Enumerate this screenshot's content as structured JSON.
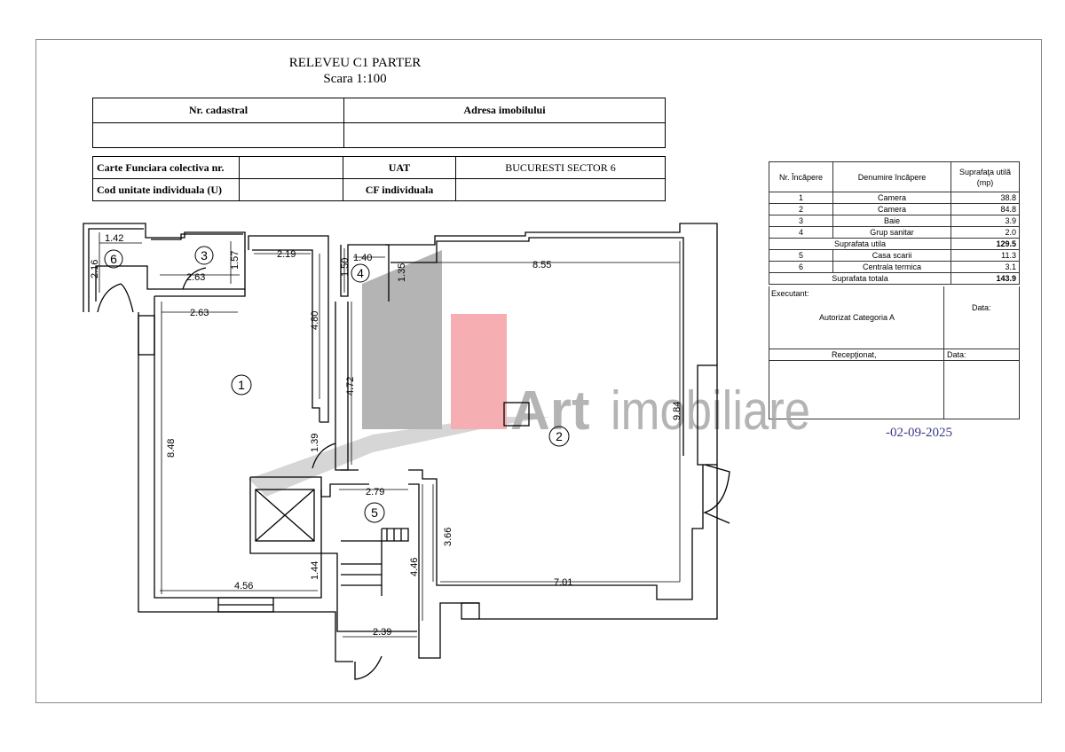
{
  "title": {
    "line1": "RELEVEU C1 PARTER",
    "line2": "Scara 1:100"
  },
  "header": {
    "nr_cadastral": "Nr. cadastral",
    "adresa": "Adresa imobilului",
    "carte_funciara": "Carte Funciara colectiva nr.",
    "uat": "UAT",
    "uat_value": "BUCURESTI SECTOR 6",
    "cod_unitate": "Cod unitate individuala (U)",
    "cf_individuala": "CF individuala"
  },
  "rooms_table": {
    "col_nr": "Nr. Încăpere",
    "col_name": "Denumire încăpere",
    "col_area": "Suprafaţa utilă (mp)",
    "rows": [
      {
        "nr": "1",
        "name": "Camera",
        "area": "38.8"
      },
      {
        "nr": "2",
        "name": "Camera",
        "area": "84.8"
      },
      {
        "nr": "3",
        "name": "Baie",
        "area": "3.9"
      },
      {
        "nr": "4",
        "name": "Grup sanitar",
        "area": "2.0"
      }
    ],
    "subtotal_label": "Suprafata utila",
    "subtotal_value": "129.5",
    "extra_rows": [
      {
        "nr": "5",
        "name": "Casa scarii",
        "area": "11.3"
      },
      {
        "nr": "6",
        "name": "Centrala termica",
        "area": "3.1"
      }
    ],
    "total_label": "Suprafata totala",
    "total_value": "143.9"
  },
  "signatures": {
    "executant": "Executant:",
    "data1": "Data:",
    "autorizat": "Autorizat Categoria A",
    "receptionat": "Recepţionat,",
    "data2": "Data:"
  },
  "date_stamp": "-02-09-2025",
  "watermark": {
    "word1": "Art",
    "word2": "imobiliare",
    "bar1_color": "#a8a8a8",
    "bar2_color": "#f4a0a4"
  },
  "dimensions": [
    "1.42",
    "2.16",
    "2.63",
    "1.57",
    "2.19",
    "1.40",
    "1.50",
    "1.35",
    "8.55",
    "2.63",
    "4.80",
    "4.72",
    "8.48",
    "1.39",
    "2.79",
    "9.84",
    "3.66",
    "4.46",
    "1.44",
    "4.56",
    "7.01",
    "2.39"
  ],
  "room_numbers": [
    "1",
    "2",
    "3",
    "4",
    "5",
    "6"
  ]
}
